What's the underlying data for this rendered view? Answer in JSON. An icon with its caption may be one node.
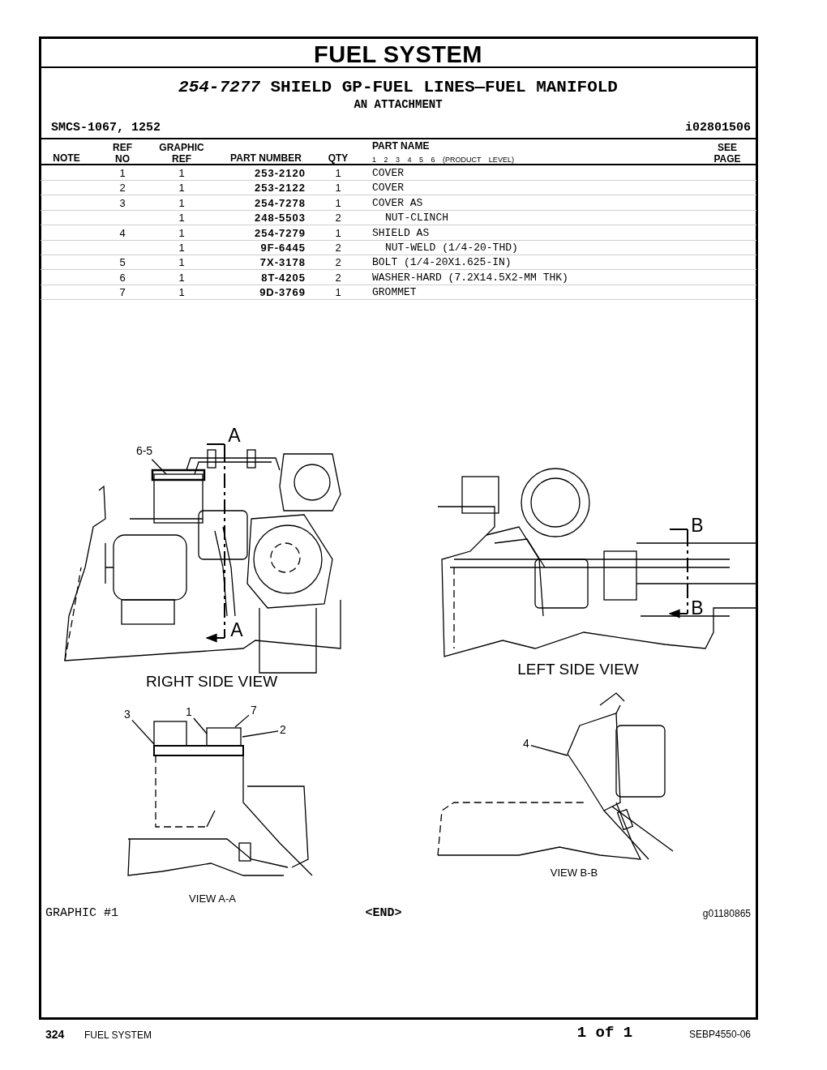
{
  "diagram": {
    "title": "FUEL SYSTEM",
    "nodes": [
      {
        "text": [
          "6-5"
        ]
      },
      {
        "text": [
          "3"
        ]
      },
      {
        "text": [
          "1"
        ]
      },
      {
        "text": [
          "7"
        ]
      },
      {
        "text": [
          "2"
        ]
      },
      {
        "text": [
          "4"
        ]
      }
    ],
    "edges": [
      {
        "from": 0,
        "to": null,
        "arrow": "none"
      },
      {
        "from": 1,
        "to": null,
        "arrow": "none"
      },
      {
        "from": 2,
        "to": null,
        "arrow": "none"
      },
      {
        "from": 3,
        "to": null,
        "arrow": "none"
      },
      {
        "from": 4,
        "to": null,
        "arrow": "none"
      },
      {
        "from": 5,
        "to": null,
        "arrow": "none"
      }
    ],
    "labels": [
      "*254-7277* SHIELD GP-FUEL LINES—FUEL MANIFOLD",
      "AN ATTACHMENT",
      "SMCS-1067, 1252",
      "i02801506",
      "NOTE",
      "REF NO",
      "GRAPHIC REF",
      "PART NUMBER",
      "QTY",
      "PART NAME",
      "1 2 3 4 5 6 (PRODUCT LEVEL)",
      "SEE PAGE",
      "1",
      "1",
      "253-2120",
      "1",
      "COVER",
      "2",
      "1",
      "253-2122",
      "1",
      "COVER",
      "3",
      "1",
      "254-7278",
      "1",
      "COVER AS",
      "1",
      "248-5503",
      "2",
      "NUT-CLINCH",
      "4",
      "1",
      "254-7279",
      "1",
      "SHIELD AS",
      "1",
      "9F-6445",
      "2",
      "NUT-WELD (1/4-20-THD)",
      "5",
      "1",
      "7X-3178",
      "2",
      "BOLT (1/4-20X1.625-IN)",
      "6",
      "1",
      "8T-4205",
      "2",
      "WASHER-HARD (7.2X14.5X2-MM THK)",
      "7",
      "1",
      "9D-3769",
      "1",
      "GROMMET",
      "A",
      "B",
      "B",
      "A",
      "LEFT SIDE VIEW",
      "RIGHT SIDE VIEW",
      "VIEW B-B",
      "VIEW A-A",
      "GRAPHIC #1",
      "<END>",
      "g01180865",
      "324",
      "FUEL SYSTEM",
      "1 of 1",
      "SEBP4550-06"
    ]
  }
}
